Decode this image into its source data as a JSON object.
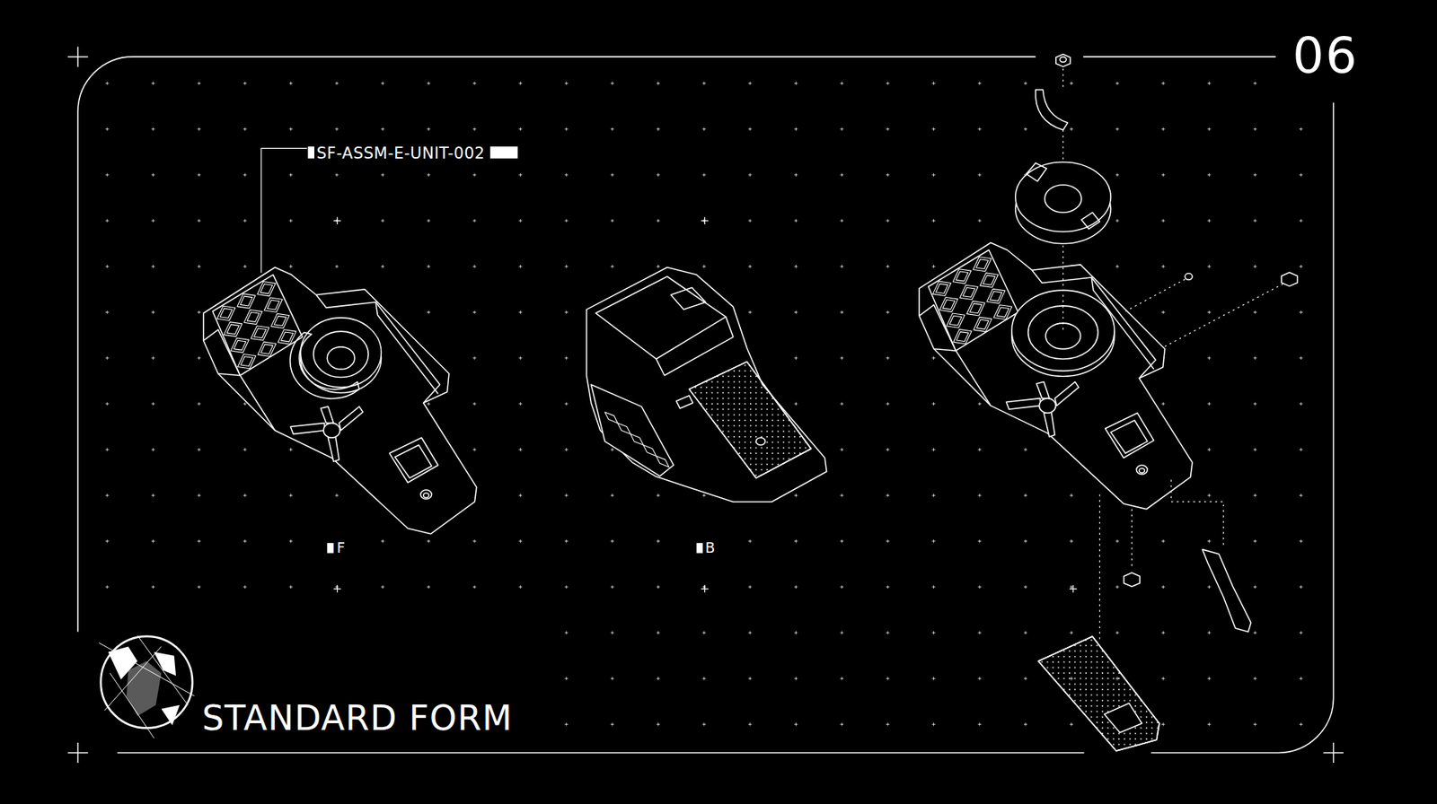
{
  "diagram": {
    "title": "STANDARD FORM",
    "labels": [
      "06",
      "SF-ASSM-E-UNIT-002",
      "F",
      "B"
    ]
  }
}
